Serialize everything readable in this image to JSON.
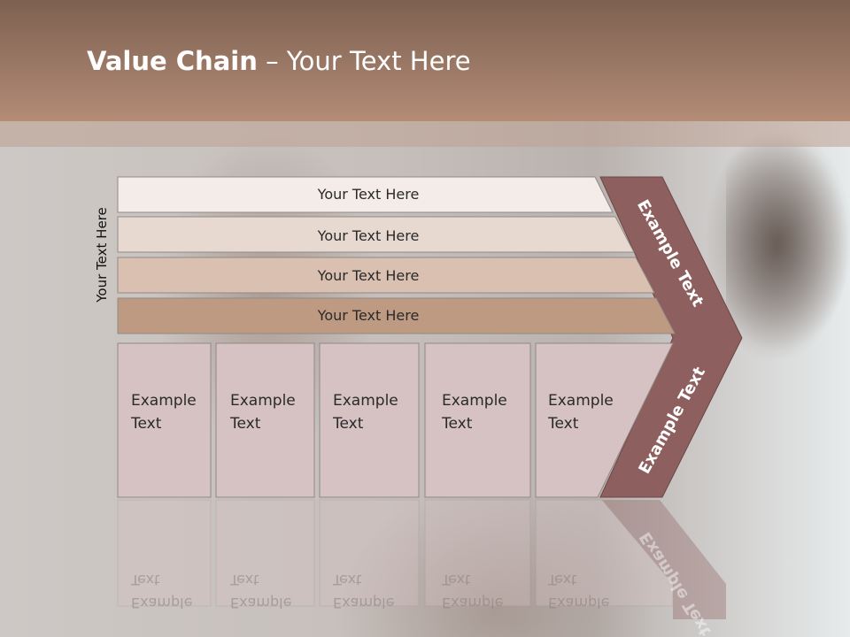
{
  "slide": {
    "title_bold": "Value Chain",
    "title_rest": " – Your Text Here",
    "vertical_label": "Your Text Here"
  },
  "bars": [
    {
      "label": "Your Text Here",
      "fill": "#f3ece8"
    },
    {
      "label": "Your Text Here",
      "fill": "#e8d9d0"
    },
    {
      "label": "Your Text Here",
      "fill": "#d9c0b1"
    },
    {
      "label": "Your Text Here",
      "fill": "#bf9a82"
    }
  ],
  "arrow": {
    "top_label": "Example Text",
    "bottom_label": "Example Text",
    "fill": "#8e5f5f"
  },
  "boxes": [
    {
      "line1": "Example",
      "line2": "Text"
    },
    {
      "line1": "Example",
      "line2": "Text"
    },
    {
      "line1": "Example",
      "line2": "Text"
    },
    {
      "line1": "Example",
      "line2": "Text"
    },
    {
      "line1": "Example",
      "line2": "Text"
    }
  ],
  "colors": {
    "header": "#9b7866",
    "box_fill": "#d6c2c3",
    "arrow": "#8e5f5f"
  }
}
